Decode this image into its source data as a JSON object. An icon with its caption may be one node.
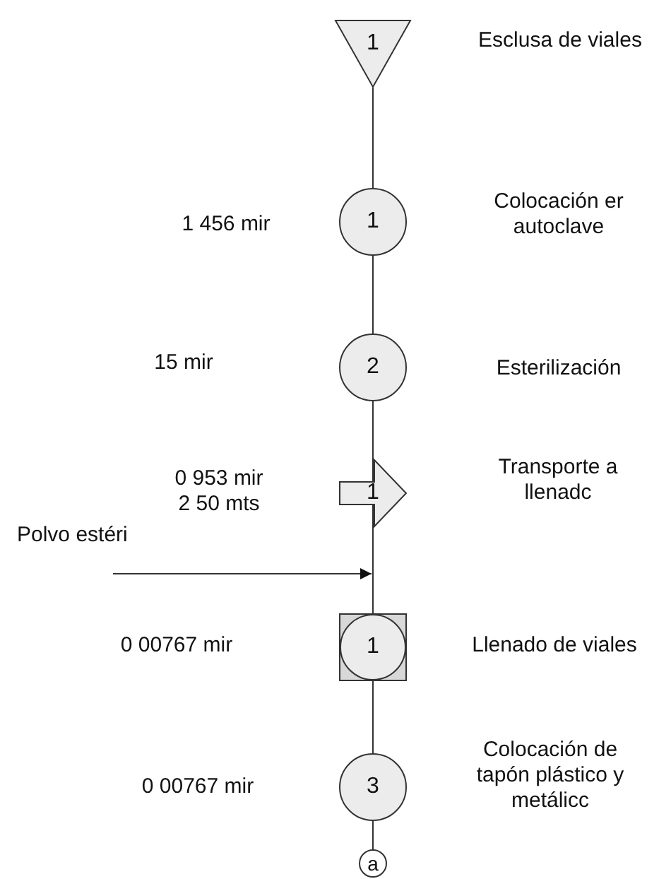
{
  "diagram": {
    "nodes": [
      {
        "text": [
          "1"
        ]
      },
      {
        "text": [
          "1"
        ]
      },
      {
        "text": [
          "2"
        ]
      },
      {
        "text": [
          "1"
        ]
      },
      {
        "text": [
          "Polvo estéri"
        ]
      },
      {
        "text": [
          "1"
        ]
      },
      {
        "text": [
          "3"
        ]
      },
      {
        "text": [
          "a"
        ]
      }
    ],
    "edges": [
      {
        "from": 0,
        "to": 1,
        "arrow": "none"
      },
      {
        "from": 1,
        "to": 2,
        "arrow": "none"
      },
      {
        "from": 2,
        "to": 3,
        "arrow": "none"
      },
      {
        "from": 3,
        "to": 5,
        "arrow": "none"
      },
      {
        "from": 5,
        "to": 6,
        "arrow": "none"
      },
      {
        "from": 6,
        "to": 7,
        "arrow": "none"
      },
      {
        "from": 4,
        "to": null,
        "arrow": "to"
      }
    ],
    "labels": [
      "Esclusa de viales",
      "1 456 mir",
      "Colocación er autoclave",
      "15 mir",
      "Esterilización",
      "0 953 mir 2 50 mts",
      "Transporte a llenadc",
      "0 00767 mir",
      "Llenado de viales",
      "0 00767 mir",
      "Colocación de tapón plástico y metálicc"
    ]
  }
}
